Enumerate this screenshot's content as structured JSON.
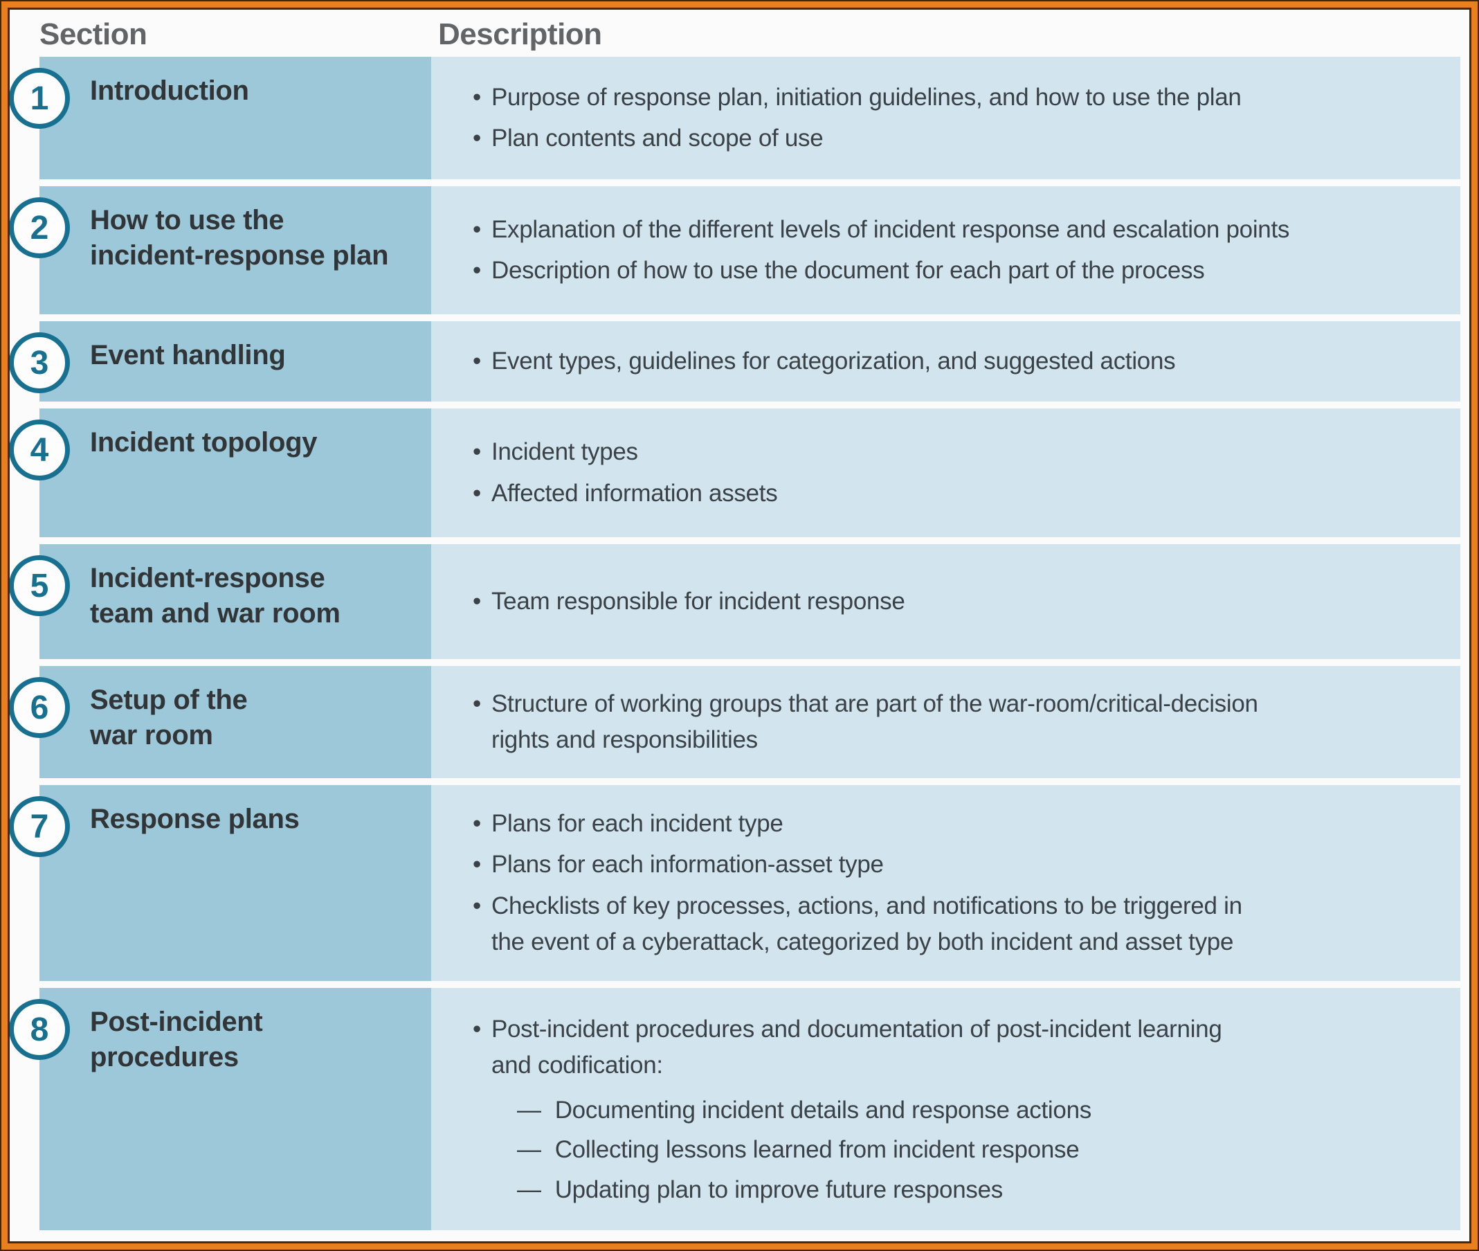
{
  "colors": {
    "frame_orange": "#e8801f",
    "frame_dark_line": "#44290e",
    "section_column_bg": "#9cc8d9",
    "description_column_bg": "#d2e5ee",
    "number_circle_teal": "#17708f",
    "header_text_gray": "#636466",
    "title_text": "#323537",
    "body_text": "#3a4147"
  },
  "table": {
    "headers": {
      "section": "Section",
      "description": "Description"
    },
    "bullet_glyph": "•",
    "sub_bullet_glyph": "—",
    "rows": [
      {
        "number": "1",
        "title": "Introduction",
        "bullets": [
          "Purpose of response plan, initiation guidelines, and how to use the plan",
          "Plan contents and scope of use"
        ],
        "sub_bullets": []
      },
      {
        "number": "2",
        "title": "How to use the\nincident-response plan",
        "bullets": [
          "Explanation of the different levels of incident response and escalation points",
          "Description of how to use the document for each part of the process"
        ],
        "sub_bullets": []
      },
      {
        "number": "3",
        "title": "Event handling",
        "bullets": [
          "Event types, guidelines for categorization, and suggested actions"
        ],
        "sub_bullets": []
      },
      {
        "number": "4",
        "title": "Incident topology",
        "bullets": [
          "Incident types",
          "Affected information assets"
        ],
        "sub_bullets": []
      },
      {
        "number": "5",
        "title": "Incident-response\nteam and war room",
        "bullets": [
          "Team responsible for incident response"
        ],
        "sub_bullets": []
      },
      {
        "number": "6",
        "title": "Setup of the\nwar room",
        "bullets": [
          "Structure of working groups that are part of the war-room/critical-decision\nrights and responsibilities"
        ],
        "sub_bullets": []
      },
      {
        "number": "7",
        "title": "Response plans",
        "bullets": [
          "Plans for each incident type",
          "Plans for each information-asset type",
          "Checklists of key processes, actions, and notifications to be triggered in\nthe event of a cyberattack, categorized by both incident and asset type"
        ],
        "sub_bullets": []
      },
      {
        "number": "8",
        "title": "Post-incident\nprocedures",
        "bullets": [
          "Post-incident procedures and documentation of post-incident learning\nand codification:"
        ],
        "sub_bullets": [
          "Documenting incident details and response actions",
          "Collecting lessons learned from incident response",
          "Updating plan to improve future responses"
        ]
      }
    ]
  }
}
